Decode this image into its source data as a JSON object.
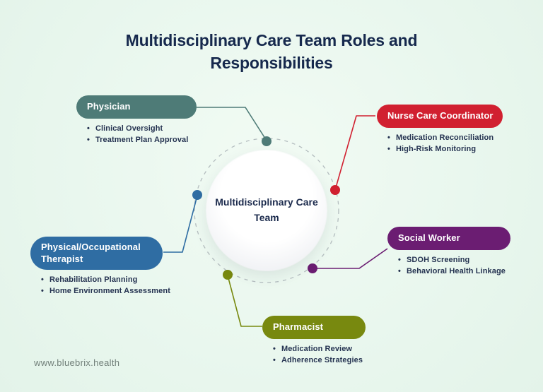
{
  "page": {
    "title": "Multidisciplinary Care Team Roles and Responsibilities",
    "watermark": "www.bluebrix.health",
    "background_color": "#e9f7ee",
    "title_color": "#16294d"
  },
  "hub": {
    "label": "Multidisciplinary Care Team",
    "text_color": "#1c2b4d",
    "dashed_ring_color": "#b4bdbf"
  },
  "roles": [
    {
      "id": "physician",
      "label": "Physician",
      "color": "#4e7b77",
      "items": [
        "Clinical Oversight",
        "Treatment Plan Approval"
      ]
    },
    {
      "id": "nurse-care-coordinator",
      "label": "Nurse Care Coordinator",
      "color": "#d12030",
      "items": [
        "Medication Reconciliation",
        "High-Risk Monitoring"
      ]
    },
    {
      "id": "physical-occupational-therapist",
      "label": "Physical/Occupational Therapist",
      "color": "#2f6da3",
      "items": [
        "Rehabilitation Planning",
        "Home Environment Assessment"
      ]
    },
    {
      "id": "social-worker",
      "label": "Social Worker",
      "color": "#6b1d72",
      "items": [
        "SDOH Screening",
        "Behavioral Health Linkage"
      ]
    },
    {
      "id": "pharmacist",
      "label": "Pharmacist",
      "color": "#78890f",
      "items": [
        "Medication Review",
        "Adherence Strategies"
      ]
    }
  ],
  "bullet_text_color": "#253351"
}
